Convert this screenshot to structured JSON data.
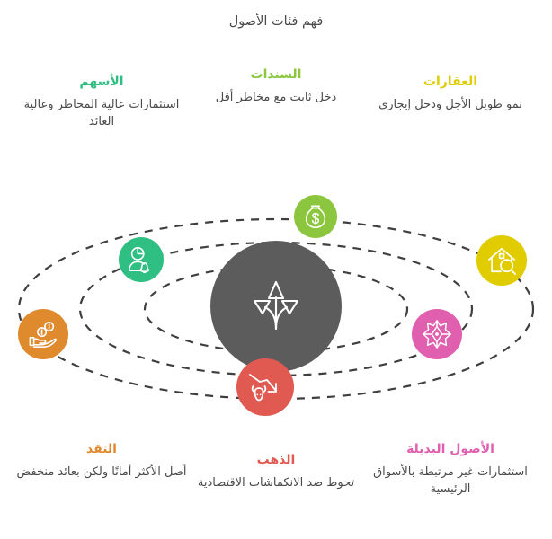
{
  "title": "فهم فئات الأصول",
  "colors": {
    "hub": "#5c5c5c",
    "orbit_dash": "#3f3f3f",
    "stocks": "#2fbf82",
    "bonds": "#8cc63e",
    "real_estate": "#e0cc00",
    "cash": "#e08a2e",
    "gold": "#e05a52",
    "alternative": "#e05fae",
    "body_text": "#4a4a4a"
  },
  "hub": {
    "icon": "diverging-arrows-icon"
  },
  "categories": [
    {
      "id": "stocks",
      "heading": "الأسهم",
      "description": "استثمارات عالية المخاطر وعالية العائد",
      "color": "#2fbf82",
      "icon": "person-pie-chart-bell-icon"
    },
    {
      "id": "bonds",
      "heading": "السندات",
      "description": "دخل ثابت مع مخاطر أقل",
      "color": "#8cc63e",
      "icon": "money-bag-dollar-icon"
    },
    {
      "id": "real_estate",
      "heading": "العقارات",
      "description": "نمو طويل الأجل ودخل إيجاري",
      "color": "#e0cc00",
      "icon": "house-magnifier-icon"
    },
    {
      "id": "cash",
      "heading": "النقد",
      "description": "أصل الأكثر أمانًا ولكن بعائد منخفض",
      "color": "#e08a2e",
      "icon": "hand-coins-icon"
    },
    {
      "id": "gold",
      "heading": "الذهب",
      "description": "تحوط ضد الانكماشات الاقتصادية",
      "color": "#e05a52",
      "icon": "bull-head-declining-arrow-icon"
    },
    {
      "id": "alternative",
      "heading": "الأصول البديلة",
      "description": "استثمارات غير مرتبطة بالأسواق الرئيسية",
      "color": "#e05fae",
      "icon": "star-mandala-icon"
    }
  ],
  "orbits": {
    "count": 3,
    "style": "dashed-ellipse"
  }
}
